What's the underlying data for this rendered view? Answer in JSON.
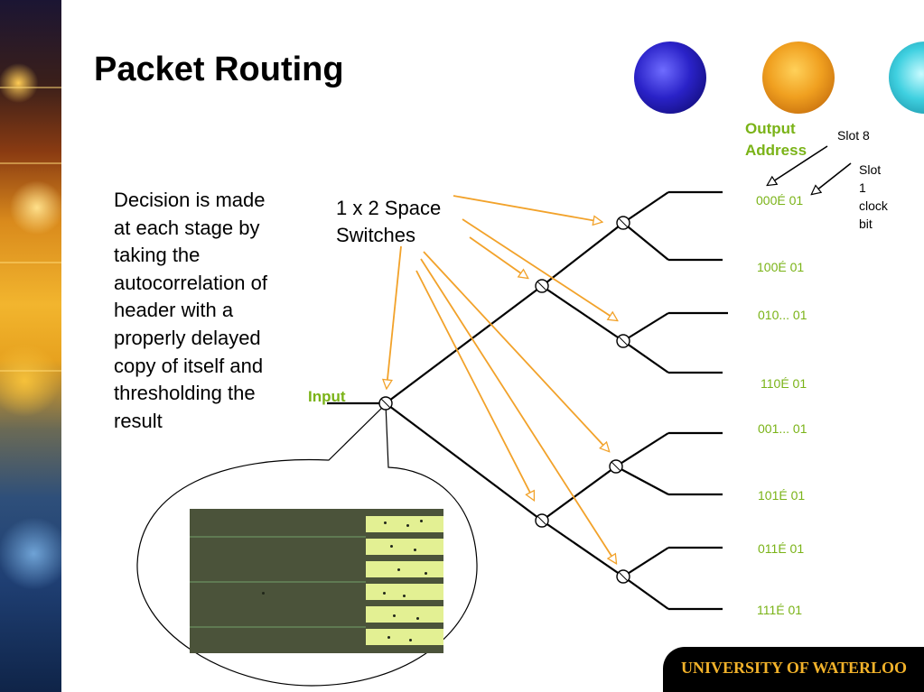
{
  "slide": {
    "title": "Packet Routing",
    "body_text": "Decision is made at each stage by taking the autocorrelation of header with a properly delayed copy of itself and thresholding the result",
    "switch_label": "1 x 2 Space\nSwitches",
    "output_label": "Output\nAddress",
    "slot8_label": "Slot 8",
    "slot1_label": "Slot\n1\nclock\nbit",
    "input_label": "Input",
    "footer": "UNIVERSITY OF WATERLOO"
  },
  "addresses": [
    "000É 01",
    "100É 01",
    "010... 01",
    "110É 01",
    "001... 01",
    "101É 01",
    "011É 01",
    "111É 01"
  ],
  "colors": {
    "accent_green": "#7ab317",
    "arrow_orange": "#f2a22a",
    "footer_text": "#f2b22a"
  },
  "icons": {
    "switch_node": "circle-icon",
    "orbs": [
      "blue-orb",
      "orange-orb",
      "cyan-orb"
    ]
  }
}
